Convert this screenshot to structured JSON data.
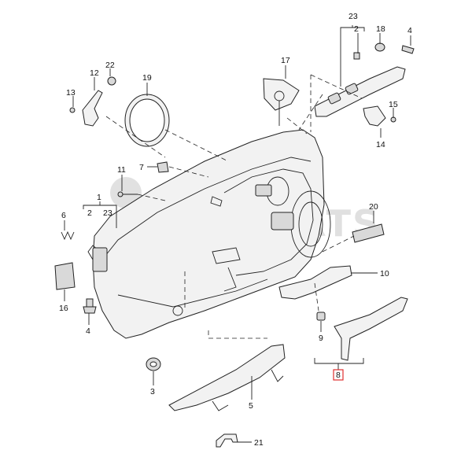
{
  "watermark": {
    "text": "RMPARTS"
  },
  "callouts": [
    {
      "id": "c1",
      "text": "1"
    },
    {
      "id": "c2a",
      "text": "2"
    },
    {
      "id": "c23a",
      "text": "23"
    },
    {
      "id": "c3",
      "text": "3"
    },
    {
      "id": "c4a",
      "text": "4"
    },
    {
      "id": "c4b",
      "text": "4"
    },
    {
      "id": "c5",
      "text": "5"
    },
    {
      "id": "c6",
      "text": "6"
    },
    {
      "id": "c7",
      "text": "7"
    },
    {
      "id": "c8",
      "text": "8"
    },
    {
      "id": "c9",
      "text": "9"
    },
    {
      "id": "c10",
      "text": "10"
    },
    {
      "id": "c11",
      "text": "11"
    },
    {
      "id": "c12",
      "text": "12"
    },
    {
      "id": "c13",
      "text": "13"
    },
    {
      "id": "c14",
      "text": "14"
    },
    {
      "id": "c15",
      "text": "15"
    },
    {
      "id": "c16",
      "text": "16"
    },
    {
      "id": "c17",
      "text": "17"
    },
    {
      "id": "c18",
      "text": "18"
    },
    {
      "id": "c19",
      "text": "19"
    },
    {
      "id": "c20",
      "text": "20"
    },
    {
      "id": "c21",
      "text": "21"
    },
    {
      "id": "c22",
      "text": "22"
    },
    {
      "id": "c23b",
      "text": "23"
    },
    {
      "id": "c2b",
      "text": "2"
    }
  ],
  "highlight": {
    "text": "8",
    "color": "#e03030"
  }
}
